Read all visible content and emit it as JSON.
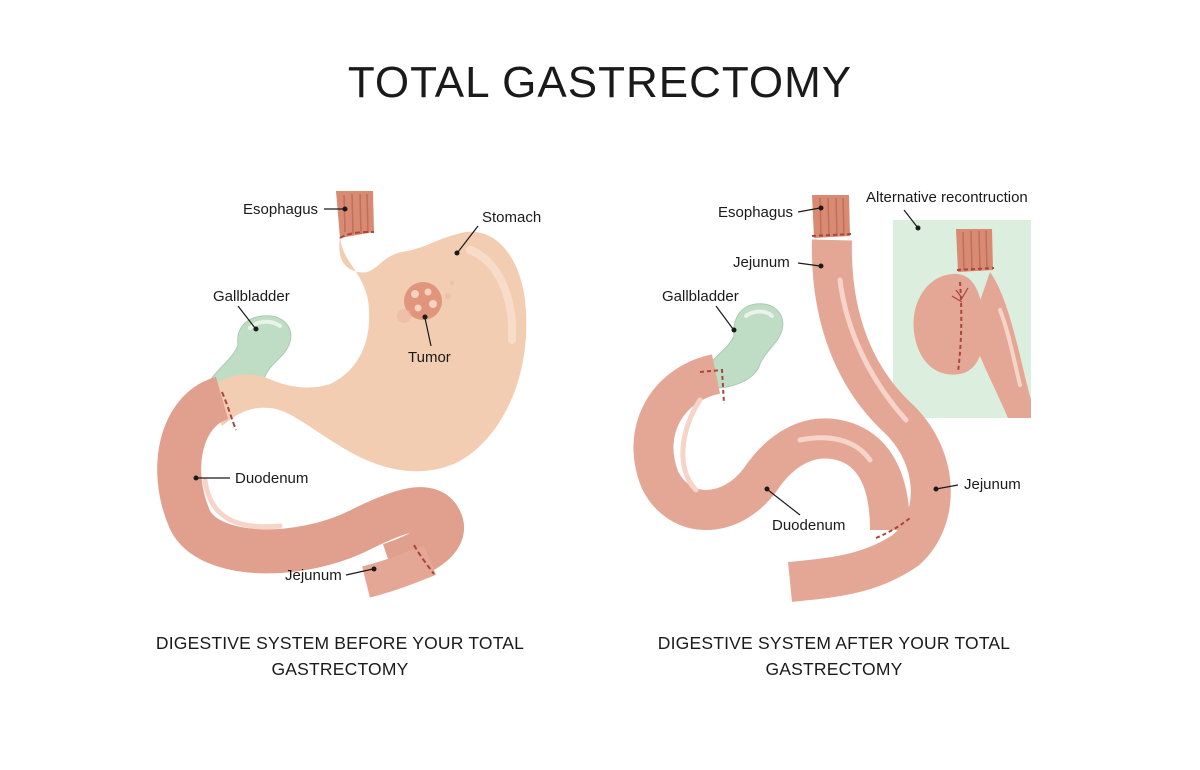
{
  "title": "TOTAL GASTRECTOMY",
  "before": {
    "labels": {
      "esophagus": "Esophagus",
      "stomach": "Stomach",
      "gallbladder": "Gallbladder",
      "tumor": "Tumor",
      "duodenum": "Duodenum",
      "jejunum": "Jejunum"
    },
    "caption_line1": "DIGESTIVE SYSTEM BEFORE YOUR TOTAL",
    "caption_line2": "GASTRECTOMY"
  },
  "after": {
    "labels": {
      "esophagus": "Esophagus",
      "jejunum_top": "Jejunum",
      "alternative": "Alternative recontruction",
      "gallbladder": "Gallbladder",
      "jejunum_right": "Jejunum",
      "duodenum": "Duodenum"
    },
    "caption_line1": "DIGESTIVE SYSTEM AFTER YOUR TOTAL",
    "caption_line2": "GASTRECTOMY"
  },
  "colors": {
    "stomach": "#f2cdb1",
    "intestine": "#e5a795",
    "intestine_shadow": "#c97b6c",
    "esophagus": "#d98a72",
    "gallbladder": "#bfdcc5",
    "tumor": "#e0957c",
    "inset_bg": "#dceedd",
    "suture": "#a8463a"
  }
}
